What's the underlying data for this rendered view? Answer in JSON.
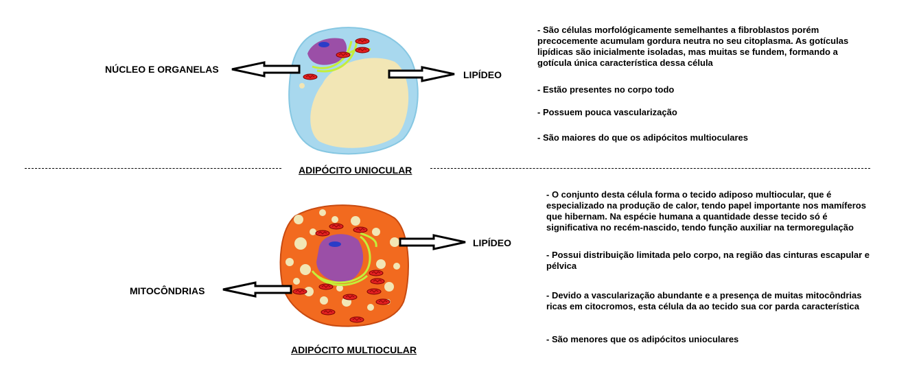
{
  "top": {
    "label_left": "NÚCLEO E ORGANELAS",
    "label_right": "LIPÍDEO",
    "caption": "ADIPÓCITO UNIOCULAR",
    "descriptions": [
      "- São células morfológicamente semelhantes a fibroblastos porém precocemente acumulam gordura neutra no seu citoplasma. As gotículas lipídicas são inicialmente isoladas, mas muitas se fundem, formando a gotícula única característica dessa célula",
      "- Estão presentes no corpo todo",
      "- Possuem pouca vascularização",
      "- São maiores do que os adipócitos multioculares"
    ]
  },
  "bottom": {
    "label_left": "MITOCÔNDRIAS",
    "label_right": "LIPÍDEO",
    "caption": "ADIPÓCITO MULTIOCULAR",
    "descriptions": [
      "- O conjunto desta célula forma o tecido adiposo multiocular, que é especializado na produção de calor, tendo papel importante nos mamíferos que hibernam. Na espécie humana a quantidade desse tecido só é significativa no recém-nascido, tendo função auxiliar na termoregulação",
      "- Possui distribuição limitada pelo corpo, na região das cinturas escapular e pélvica",
      "- Devido a vascularização abundante e a presença de muitas mitocôndrias ricas em citocromos, esta célula da ao tecido sua cor parda característica",
      "- São menores que os adipócitos unioculares"
    ]
  },
  "colors": {
    "cytoplasm_light": "#a8d8ee",
    "lipid": "#f2e6b5",
    "nucleus": "#9b4fa7",
    "nucleolus": "#2a3cc8",
    "mitochondria": "#e02020",
    "golgi": "#c4ee3a",
    "brown_cytoplasm": "#f26a1f",
    "brown_border": "#c84a10"
  }
}
